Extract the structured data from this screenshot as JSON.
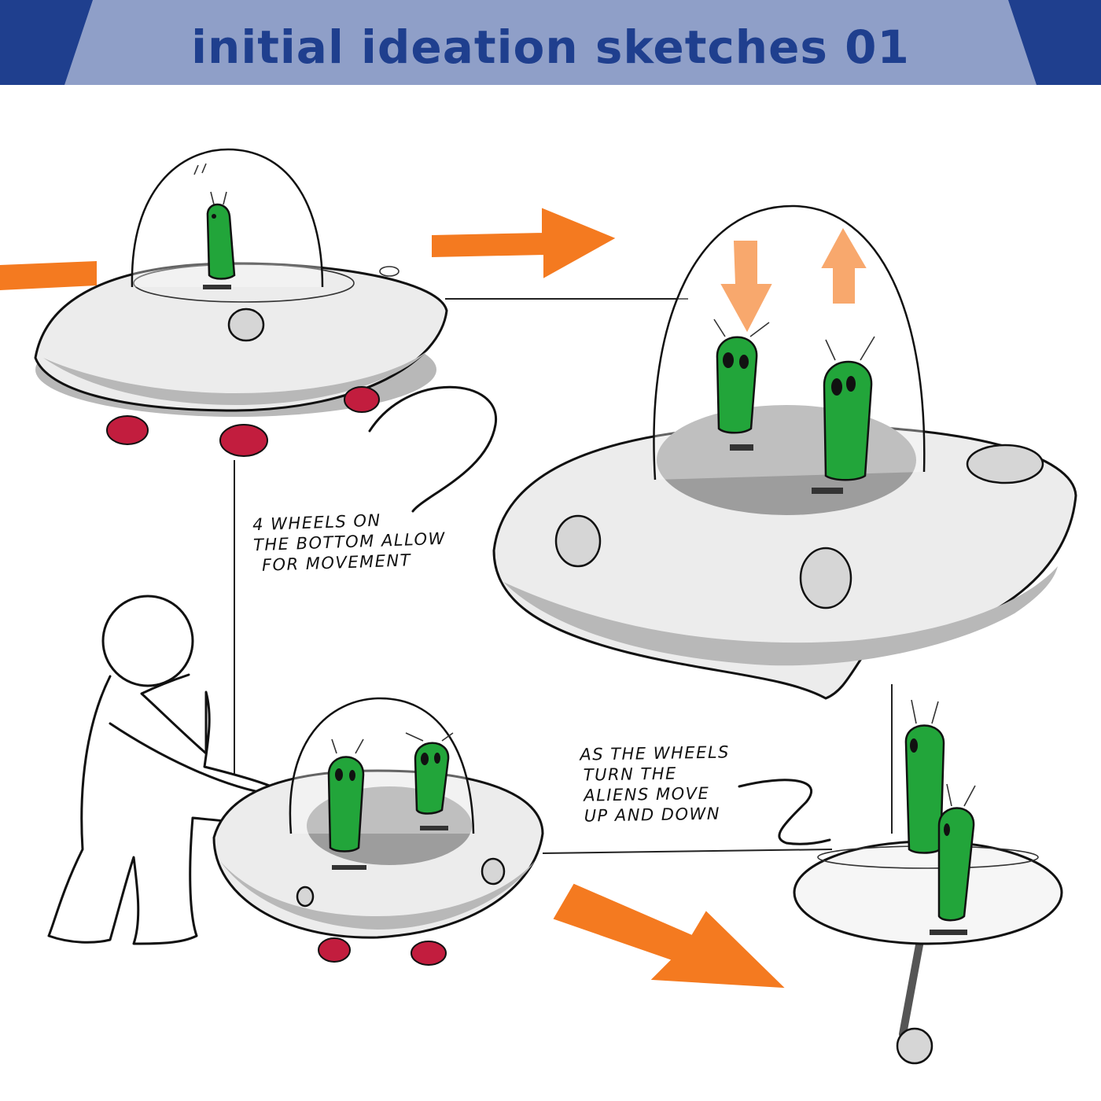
{
  "header": {
    "title": "initial ideation sketches 01",
    "banner_color": "#8f9fc8",
    "corner_color": "#1f3f8e",
    "title_color": "#1f3f8e"
  },
  "annotations": {
    "wheels_note": {
      "line1": "4 Wheels on",
      "line2": "the bottom allow",
      "line3": "for movement"
    },
    "aliens_note": {
      "line1": "As the wheels",
      "line2": "turn the",
      "line3": "aliens move",
      "line4": "up and down"
    }
  },
  "colors": {
    "arrow": "#f47a20",
    "alien": "#22a53a",
    "wheel": "#c21d3e",
    "ufo_body": "#d9d9d9"
  }
}
